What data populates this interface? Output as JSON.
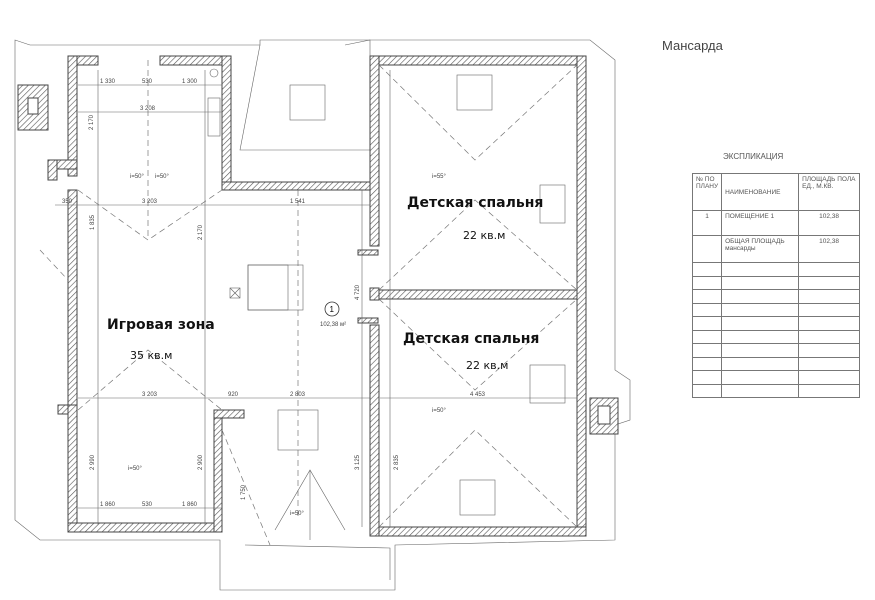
{
  "title": "Мансарда",
  "explication": {
    "heading": "ЭКСПЛИКАЦИЯ",
    "columns": [
      "№ ПО ПЛАНУ",
      "НАИМЕНОВАНИЕ",
      "ПЛОЩАДЬ ПОЛА ЕД., М.КВ."
    ],
    "rows": [
      {
        "num": "1",
        "name": "ПОМЕЩЕНИЕ 1",
        "area": "102,38"
      },
      {
        "num": "",
        "name": "ОБЩАЯ ПЛОЩАДЬ мансарды",
        "area": "102,38"
      }
    ],
    "empty_rows": 10
  },
  "rooms": {
    "bedroom1": {
      "name": "Детская спальня",
      "area": "22 кв.м"
    },
    "bedroom2": {
      "name": "Детская спальня",
      "area": "22 кв.м"
    },
    "play": {
      "name": "Игровая зона",
      "area": "35 кв.м"
    }
  },
  "marker": {
    "num": "1",
    "area": "102,38 м²"
  },
  "dimensions": {
    "d1": "1 330",
    "d2": "530",
    "d3": "1 300",
    "d4": "3 208",
    "d5": "2 170",
    "d6": "350",
    "d7": "3 203",
    "d8": "1 541",
    "d9": "1 835",
    "d10": "2 170",
    "d11": "4 453",
    "d12": "3 203",
    "d13": "920",
    "d14": "2 803",
    "d15": "1 860",
    "d16": "530",
    "d17": "1 860",
    "d18": "2 990",
    "d19": "2 900",
    "d20": "3 125",
    "d21": "1 750",
    "d22": "2 835",
    "d23": "4 720"
  },
  "slopes": {
    "s1": "i=50°",
    "s2": "i=50°",
    "s3": "i=50°",
    "s4": "i=50°",
    "s5": "i=55°",
    "s6": "i=50°"
  }
}
